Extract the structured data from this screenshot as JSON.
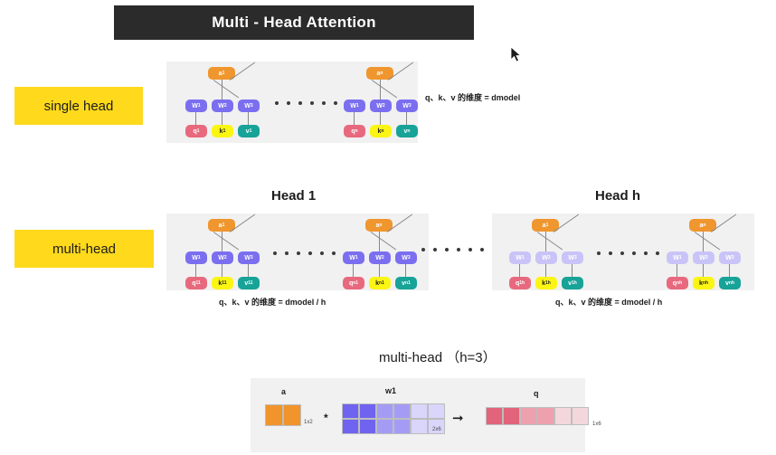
{
  "title": {
    "text": "Multi - Head Attention"
  },
  "labels": {
    "single_head": "single head",
    "multi_head": "multi-head"
  },
  "captions": {
    "head1": "Head 1",
    "headh": "Head h",
    "multihead_bottom": "multi-head （h=3）"
  },
  "notes": {
    "single": "q、k、v 的维度 = dmodel",
    "head1": "q、k、v 的维度 = dmodel / h",
    "headh": "q、k、v 的维度 = dmodel / h"
  },
  "clusters": {
    "single_left": {
      "a": "a1",
      "w": [
        "W1",
        "W2",
        "W3"
      ],
      "q": "q1",
      "k": "k1",
      "v": "v1"
    },
    "single_right": {
      "a": "an",
      "w": [
        "W1",
        "W2",
        "W3"
      ],
      "q": "qn",
      "k": "kn",
      "v": "vn"
    },
    "head1_left": {
      "a": "a1",
      "w": [
        "W1",
        "W2",
        "W3"
      ],
      "q": "q11",
      "k": "k11",
      "v": "v11"
    },
    "head1_right": {
      "a": "an",
      "w": [
        "W1",
        "W2",
        "W3"
      ],
      "q": "qn1",
      "k": "kn1",
      "v": "vn1"
    },
    "headh_left": {
      "a": "a1",
      "w": [
        "W1",
        "W2",
        "W3"
      ],
      "q": "q1h",
      "k": "k1h",
      "v": "v1h"
    },
    "headh_right": {
      "a": "an",
      "w": [
        "W1",
        "W2",
        "W3"
      ],
      "q": "qnh",
      "k": "knh",
      "v": "vnh"
    }
  },
  "node_parts": {
    "single_left": {
      "a_base": "a",
      "a_sub": "1",
      "w_base": "W",
      "q_base": "q",
      "q_sup": "1",
      "k_base": "k",
      "k_sup": "1",
      "v_base": "v",
      "v_sup": "1"
    },
    "single_right": {
      "a_base": "a",
      "a_sub": "n",
      "w_base": "W",
      "q_base": "q",
      "q_sup": "n",
      "k_base": "k",
      "k_sup": "n",
      "v_base": "v",
      "v_sup": "n"
    },
    "head1_left": {
      "a_base": "a",
      "a_sub": "1",
      "w_base": "W",
      "q_base": "q",
      "q_sup": "11",
      "k_base": "k",
      "k_sup": "11",
      "v_base": "v",
      "v_sup": "11"
    },
    "head1_right": {
      "a_base": "a",
      "a_sub": "n",
      "w_base": "W",
      "q_base": "q",
      "q_sup": "n1",
      "k_base": "k",
      "k_sup": "n1",
      "v_base": "v",
      "v_sup": "n1"
    },
    "headh_left": {
      "a_base": "a",
      "a_sub": "1",
      "w_base": "W",
      "q_base": "q",
      "q_sup": "1h",
      "k_base": "k",
      "k_sup": "1h",
      "v_base": "v",
      "v_sup": "1h"
    },
    "headh_right": {
      "a_base": "a",
      "a_sub": "n",
      "w_base": "W",
      "q_base": "q",
      "q_sup": "nh",
      "k_base": "k",
      "k_sup": "nh",
      "v_base": "v",
      "v_sup": "nh"
    }
  },
  "w_subs": [
    "1",
    "2",
    "3"
  ],
  "matrix_diagram": {
    "a_label": "a",
    "a_dim": "1x2",
    "operator": "*",
    "w_label": "w1",
    "w_dim": "2x6",
    "arrow": "➞",
    "q_label": "q",
    "q_dim": "1x6",
    "a_cells": [
      "#f0942b",
      "#f0942b"
    ],
    "w_cells": [
      "#6f63ef",
      "#6f63ef",
      "#a49cf4",
      "#a49cf4",
      "#d9d5fb",
      "#d9d5fb",
      "#6f63ef",
      "#6f63ef",
      "#a49cf4",
      "#a49cf4",
      "#d9d5fb",
      "#d9d5fb"
    ],
    "q_cells": [
      "#e2647a",
      "#e2647a",
      "#eda0ad",
      "#eda0ad",
      "#f4d7dc",
      "#f4d7dc"
    ]
  },
  "colors": {
    "banner_bg": "#2b2b2b",
    "accent_yellow": "#ffd91c",
    "panel_bg": "#f1f1f1",
    "node_a": "#f0962e",
    "node_w": "#7b6ff0",
    "node_w_faded": "#c9c4f7",
    "node_q": "#e8697d",
    "node_k": "#fbf514",
    "node_v": "#17a398"
  }
}
